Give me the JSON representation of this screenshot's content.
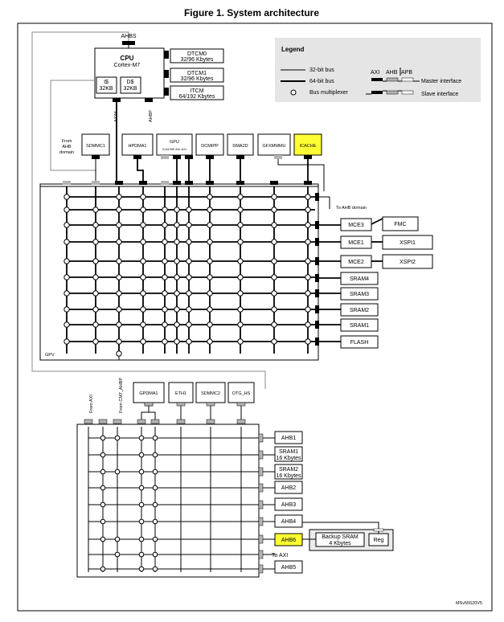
{
  "title": "Figure 1. System architecture",
  "figure_id": "MSv55520V5",
  "cpu": {
    "ahbs": "AHBS",
    "name": "CPU",
    "core": "Cortex-M7",
    "icache": [
      "I$",
      "32KB"
    ],
    "dcache": [
      "D$",
      "32KB"
    ],
    "axim": "AXIM",
    "ahbp": "AHBP"
  },
  "memories": [
    {
      "name": "DTCM0",
      "size": "32/96 Kbytes"
    },
    {
      "name": "DTCM1",
      "size": "32/96 Kbytes"
    },
    {
      "name": "ITCM",
      "size": "64/192 Kbytes"
    }
  ],
  "legend": {
    "title": "Legend",
    "bus32": "32-bit bus",
    "bus64": "64-bit bus",
    "mux": "Bus multiplexer",
    "axi": "AXI",
    "ahb": "AHB",
    "apb": "APB",
    "master": "Master interface",
    "slave": "Slave interface"
  },
  "axi_masters": {
    "from_ahb": [
      "From",
      "AHB",
      "domain"
    ],
    "sdmmc1": "SDMMC1",
    "hpdma1": "HPDMA1",
    "gpu": "GPU",
    "gpu_ports": "ICACHE AXI AXI",
    "dcmipp": "DCMIPP",
    "dma2d": "DMA2D",
    "gfxmmmu": "GFXMMMU",
    "icache": "ICACHE"
  },
  "axi_slaves": {
    "to_ahb": "To AHB domain",
    "mce3": "MCE3",
    "fmc": "FMC",
    "mce1": "MCE1",
    "xspi1": "XSPI1",
    "mce2": "MCE2",
    "xspi2": "XSPI2",
    "sram4": "SRAM4",
    "sram3": "SRAM3",
    "sram2": "SRAM2",
    "sram1": "SRAM1",
    "flash": "FLASH",
    "gpv": "GPV"
  },
  "ahb_masters": {
    "from_axi": "From AXI",
    "from_cm7": "From CM7_AHBP",
    "gpdma1": "GPDMA1",
    "eth1": "ETH1",
    "sdmmc2": "SDMMC2",
    "otg_hs": "OTG_HS"
  },
  "ahb_slaves": {
    "ahb1": "AHB1",
    "sram1": [
      "SRAM1",
      "16 Kbytes"
    ],
    "sram2": [
      "SRAM2",
      "16 Kbytes"
    ],
    "ahb2": "AHB2",
    "ahb3": "AHB3",
    "ahb4": "AHB4",
    "ahb6": "AHB6",
    "backup": [
      "Backup SRAM",
      "4 Kbytes"
    ],
    "reg": "Reg",
    "to_axi": "To AXI",
    "ahb5": "AHB5"
  },
  "colors": {
    "highlight": "#ffff33",
    "legend_bg": "#e5e5e5",
    "port": "#000000",
    "gray_port": "#b3b3b3",
    "sram_backup_bg": "#ececec"
  }
}
